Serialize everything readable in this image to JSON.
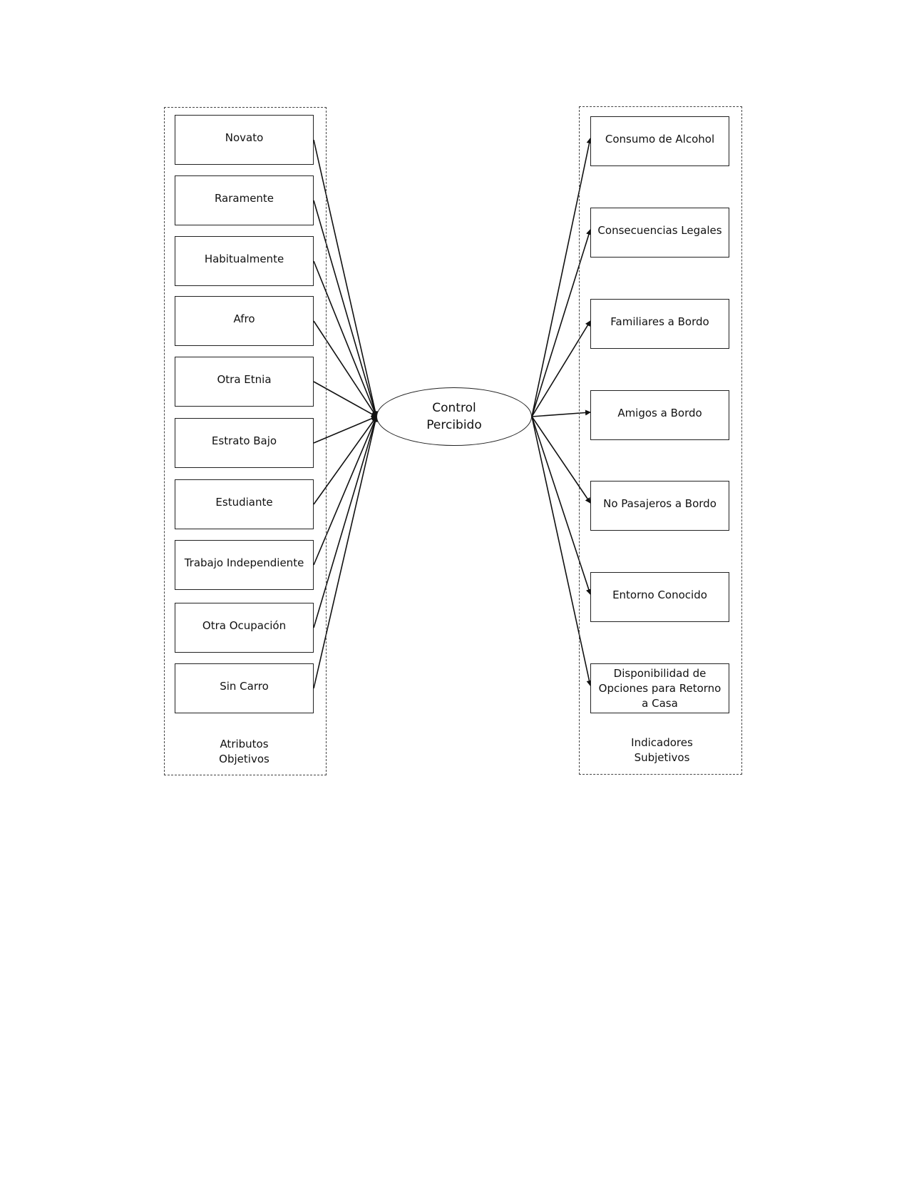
{
  "central_node": {
    "line1": "Control",
    "line2": "Percibido"
  },
  "left_group": {
    "label_line1": "Atributos",
    "label_line2": "Objetivos",
    "items": [
      "Novato",
      "Raramente",
      "Habitualmente",
      "Afro",
      "Otra Etnia",
      "Estrato Bajo",
      "Estudiante",
      "Trabajo Independiente",
      "Otra Ocupación",
      "Sin Carro"
    ]
  },
  "right_group": {
    "label_line1": "Indicadores",
    "label_line2": "Subjetivos",
    "items": [
      "Consumo de Alcohol",
      "Consecuencias Legales",
      "Familiares a Bordo",
      "Amigos a Bordo",
      "No Pasajeros a Bordo",
      "Entorno Conocido",
      "Disponibilidad de Opciones para Retorno a Casa"
    ]
  },
  "colors": {
    "line": "#111111",
    "border": "#222222",
    "background": "#ffffff"
  }
}
